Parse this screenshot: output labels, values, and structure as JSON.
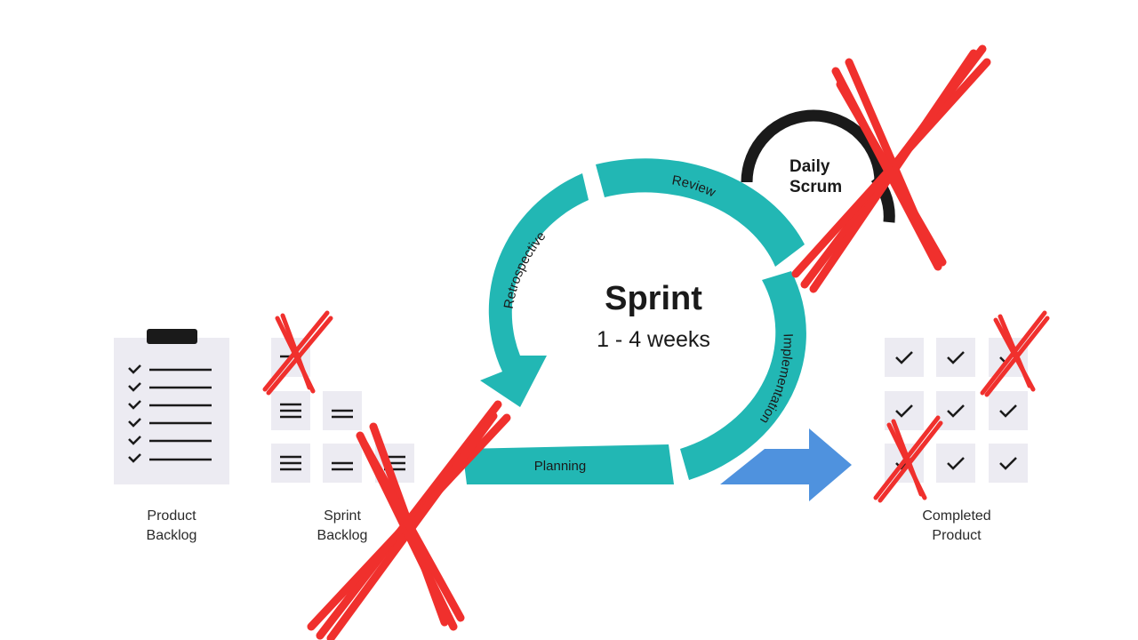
{
  "sprint": {
    "title": "Sprint",
    "duration": "1 - 4 weeks"
  },
  "phases": {
    "review": "Review",
    "retrospective": "Retrospective",
    "implementation": "Implementation",
    "planning": "Planning"
  },
  "daily_scrum": {
    "line1": "Daily",
    "line2": "Scrum"
  },
  "product_backlog": {
    "line1": "Product",
    "line2": "Backlog"
  },
  "sprint_backlog": {
    "line1": "Sprint",
    "line2": "Backlog"
  },
  "completed_product": {
    "line1": "Completed",
    "line2": "Product"
  },
  "colors": {
    "teal": "#22b7b4",
    "blue_arrow": "#4f92de",
    "cross_red": "#f0302d",
    "tile": "#ecebf2",
    "dark": "#1a1a1a"
  },
  "icons": [
    "clipboard-icon",
    "check-icon",
    "lines-icon",
    "arrow-right-icon",
    "cross-mark-icon"
  ]
}
